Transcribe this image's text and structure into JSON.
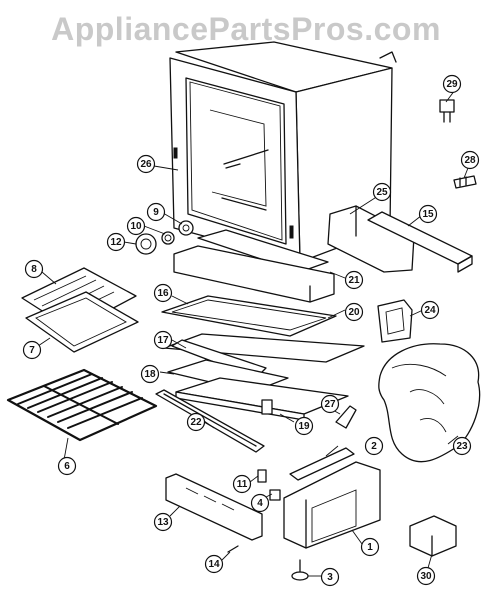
{
  "watermark": "AppliancePartsPros.com",
  "callouts": [
    "1",
    "2",
    "3",
    "4",
    "6",
    "7",
    "8",
    "9",
    "10",
    "11",
    "12",
    "13",
    "14",
    "15",
    "16",
    "17",
    "18",
    "19",
    "20",
    "21",
    "22",
    "23",
    "24",
    "25",
    "26",
    "27",
    "28",
    "29",
    "30"
  ]
}
